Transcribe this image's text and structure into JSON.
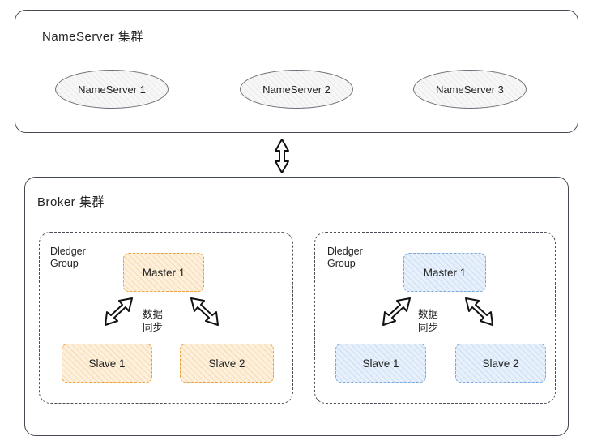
{
  "diagram": {
    "nameserver_cluster": {
      "title": "NameServer 集群",
      "nodes": [
        {
          "label": "NameServer 1"
        },
        {
          "label": "NameServer 2"
        },
        {
          "label": "NameServer 3"
        }
      ]
    },
    "broker_cluster": {
      "title": "Broker 集群",
      "groups": [
        {
          "label": "Dledger\nGroup",
          "color": "#e8a33d",
          "sync_label": "数据\n同步",
          "nodes": [
            {
              "label": "Master 1"
            },
            {
              "label": "Slave 1"
            },
            {
              "label": "Slave 2"
            }
          ]
        },
        {
          "label": "Dledger\nGroup",
          "color": "#7aa9dd",
          "sync_label": "数据\n同步",
          "nodes": [
            {
              "label": "Master 1"
            },
            {
              "label": "Slave 1"
            },
            {
              "label": "Slave 2"
            }
          ]
        }
      ]
    },
    "connectors": [
      {
        "name": "nameserver-broker-double-arrow",
        "kind": "double-arrow-vertical"
      },
      {
        "name": "left-master-slave1-double-arrow",
        "kind": "double-arrow-diagonal"
      },
      {
        "name": "left-master-slave2-double-arrow",
        "kind": "double-arrow-diagonal"
      },
      {
        "name": "right-master-slave1-double-arrow",
        "kind": "double-arrow-diagonal"
      },
      {
        "name": "right-master-slave2-double-arrow",
        "kind": "double-arrow-diagonal"
      }
    ],
    "colors": {
      "outline": "#444a52",
      "orange": "#e8a33d",
      "blue": "#7aa9dd",
      "hatch": "#f7f7f7"
    }
  }
}
